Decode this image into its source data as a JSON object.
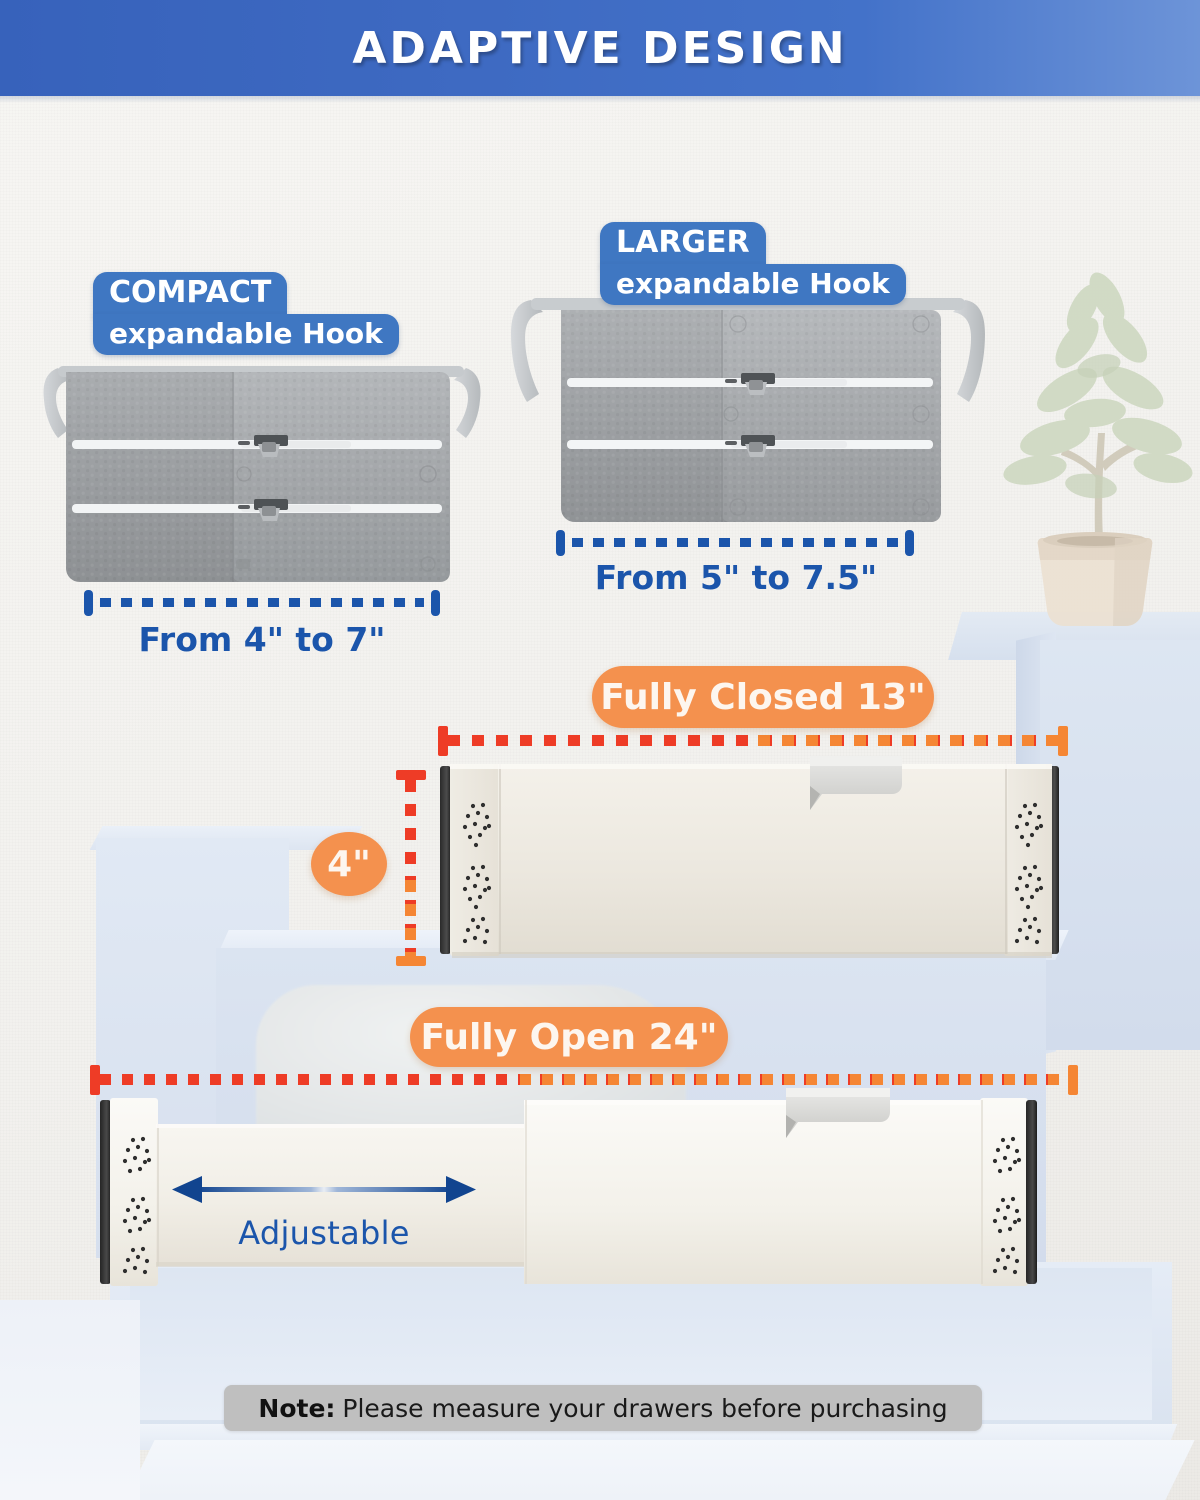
{
  "header": {
    "title": "ADAPTIVE DESIGN",
    "bg_color": "#3f6ac2"
  },
  "hooks": {
    "compact": {
      "badge_line1": "COMPACT",
      "badge_line2": "expandable Hook",
      "measure_label": "From 4\" to 7\"",
      "range_min": "4\"",
      "range_max": "7\""
    },
    "larger": {
      "badge_line1": "LARGER",
      "badge_line2": "expandable Hook",
      "measure_label": "From 5\" to 7.5\"",
      "range_min": "5\"",
      "range_max": "7.5\""
    }
  },
  "dividers": {
    "closed": {
      "badge": "Fully Closed 13\"",
      "height_badge": "4\""
    },
    "open": {
      "badge": "Fully Open 24\"",
      "arrow_label": "Adjustable"
    }
  },
  "note": {
    "strong": "Note:",
    "text": "Please measure your drawers before purchasing"
  },
  "colors": {
    "header_blue": "#3f6ac2",
    "badge_blue": "#3f77c2",
    "measure_blue": "#1b55ab",
    "badge_orange": "#f4914e",
    "dash_red": "#ee3c26",
    "dash_orange": "#f58634",
    "note_gray": "#bfbfbf",
    "product_gray": "#9fa2a5",
    "product_cream": "#efece5"
  },
  "icons": {
    "plant": "potted-plant-icon",
    "hook": "hook-icon",
    "double_arrow": "double-arrow-icon"
  }
}
